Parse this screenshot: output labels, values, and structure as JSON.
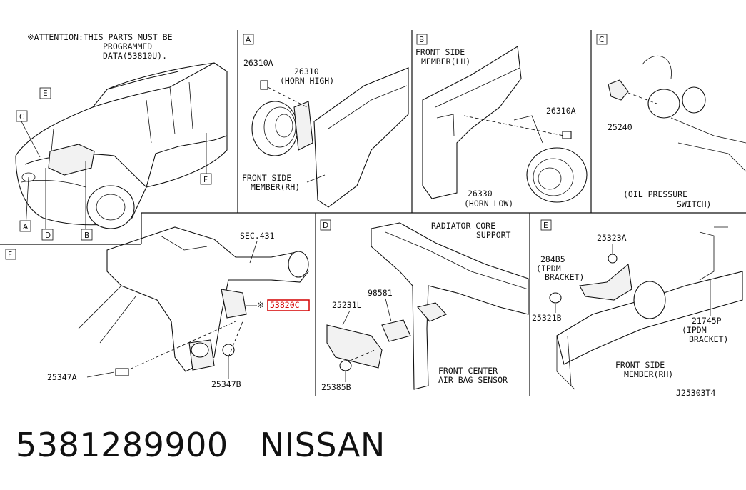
{
  "attention": {
    "line1": "※ATTENTION:THIS PARTS MUST BE",
    "line2": "PROGRAMMED",
    "line3": "DATA(53810U)."
  },
  "vehicle_callouts": [
    "E",
    "C",
    "F",
    "A",
    "D",
    "B"
  ],
  "panel_A": {
    "tag": "A",
    "bolt_part": "26310A",
    "horn_part": "26310",
    "horn_name": "(HORN HIGH)",
    "member_line1": "FRONT SIDE",
    "member_line2": "MEMBER(RH)"
  },
  "panel_B": {
    "tag": "B",
    "member_line1": "FRONT SIDE",
    "member_line2": "MEMBER(LH)",
    "bolt_part": "26310A",
    "horn_part": "26330",
    "horn_name": "(HORN LOW)"
  },
  "panel_C": {
    "tag": "C",
    "part": "25240",
    "name_line1": "(OIL PRESSURE",
    "name_line2": "SWITCH)"
  },
  "panel_F": {
    "tag": "F",
    "sec": "SEC.431",
    "highlight_part": "53820C",
    "mark": "※",
    "bolt_part": "25347A",
    "nut_part": "25347B"
  },
  "panel_D": {
    "tag": "D",
    "support_line1": "RADIATOR CORE",
    "support_line2": "SUPPORT",
    "bracket_part": "25231L",
    "connector_part": "98581",
    "bolt_part": "25385B",
    "sensor_line1": "FRONT CENTER",
    "sensor_line2": "AIR BAG SENSOR"
  },
  "panel_E": {
    "tag": "E",
    "bolt_top": "25323A",
    "ipdm1_part": "284B5",
    "ipdm1_line1": "(IPDM",
    "ipdm1_line2": "BRACKET)",
    "bolt_left": "25321B",
    "ipdm2_part": "21745P",
    "ipdm2_line1": "(IPDM",
    "ipdm2_line2": "BRACKET)",
    "member_line1": "FRONT SIDE",
    "member_line2": "MEMBER(RH)"
  },
  "drawing_code": "J25303T4",
  "footer": {
    "part_number": "5381289900",
    "brand": "NISSAN"
  }
}
